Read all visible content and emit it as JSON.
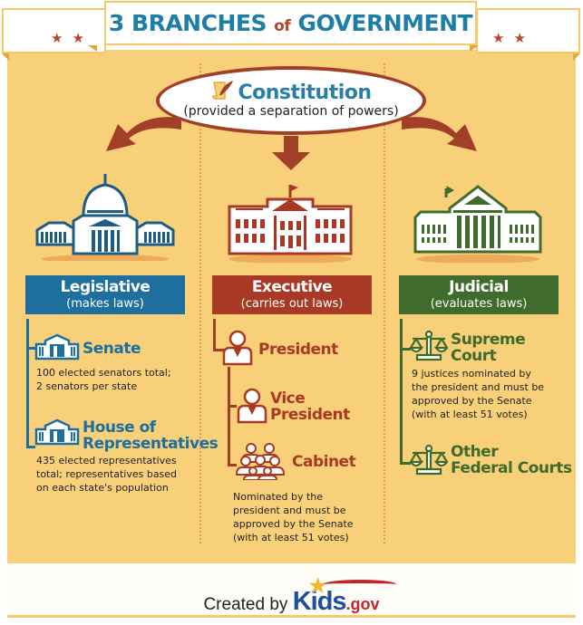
{
  "header": {
    "title_prefix": "3 BRANCHES ",
    "title_of": "of",
    "title_suffix": " GOVERNMENT",
    "stars_left": "★★",
    "stars_right": "★★"
  },
  "constitution": {
    "title": "Constitution",
    "subtitle": "(provided a separation of powers)",
    "icon": "scroll-quill-icon"
  },
  "colors": {
    "background": "#f8d07a",
    "legislative": "#1f6f9e",
    "executive": "#a83a25",
    "judicial": "#3f6b2c",
    "arrow": "#a23f28",
    "title_blue": "#1f7ea6"
  },
  "branches": [
    {
      "name": "Legislative",
      "description": "(makes laws)",
      "building_icon": "capitol-building-icon",
      "items": [
        {
          "label": "Senate",
          "icon": "building-icon",
          "text": [
            "100 elected senators total;",
            "2 senators per state"
          ]
        },
        {
          "label_lines": [
            "House of",
            "Representatives"
          ],
          "icon": "building-icon",
          "text": [
            "435 elected representatives",
            "total; representatives based",
            "on each state's population"
          ]
        }
      ]
    },
    {
      "name": "Executive",
      "description": "(carries out laws)",
      "building_icon": "white-house-icon",
      "items": [
        {
          "label": "President",
          "icon": "person-icon"
        },
        {
          "label_lines": [
            "Vice",
            "President"
          ],
          "icon": "person-icon"
        },
        {
          "label": "Cabinet",
          "icon": "group-icon",
          "text": [
            "Nominated by the",
            "president and must be",
            "approved by the Senate",
            "(with at least 51 votes)"
          ]
        }
      ]
    },
    {
      "name": "Judicial",
      "description": "(evaluates laws)",
      "building_icon": "supreme-court-building-icon",
      "items": [
        {
          "label_lines": [
            "Supreme",
            "Court"
          ],
          "icon": "scales-icon",
          "text": [
            "9 justices nominated by",
            "the president and must be",
            "approved by the Senate",
            "(with at least 51 votes)"
          ]
        },
        {
          "label_lines": [
            "Other",
            "Federal Courts"
          ],
          "icon": "scales-icon"
        }
      ]
    }
  ],
  "footer": {
    "created_by": "Created by ",
    "logo_main": "Kids",
    "logo_suffix": ".gov"
  }
}
